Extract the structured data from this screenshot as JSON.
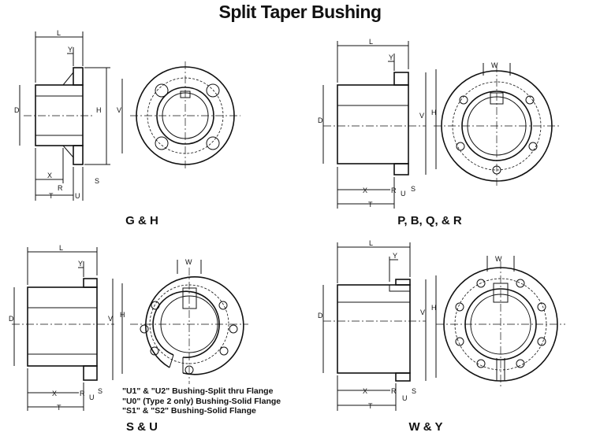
{
  "title": "Split Taper Bushing",
  "dim_labels": {
    "L": "L",
    "Y": "Y",
    "W": "W",
    "D": "D",
    "H": "H",
    "V": "V",
    "X": "X",
    "R": "R",
    "T": "T",
    "U": "U",
    "S": "S"
  },
  "panels": [
    {
      "caption": "G & H"
    },
    {
      "caption": "P, B, Q, & R"
    },
    {
      "caption": "S & U"
    },
    {
      "caption": "W & Y"
    }
  ],
  "notes": [
    "\"U1\" & \"U2\" Bushing-Split thru Flange",
    "\"U0\" (Type 2 only) Bushing-Solid Flange",
    "\"S1\" & \"S2\" Bushing-Solid Flange"
  ]
}
